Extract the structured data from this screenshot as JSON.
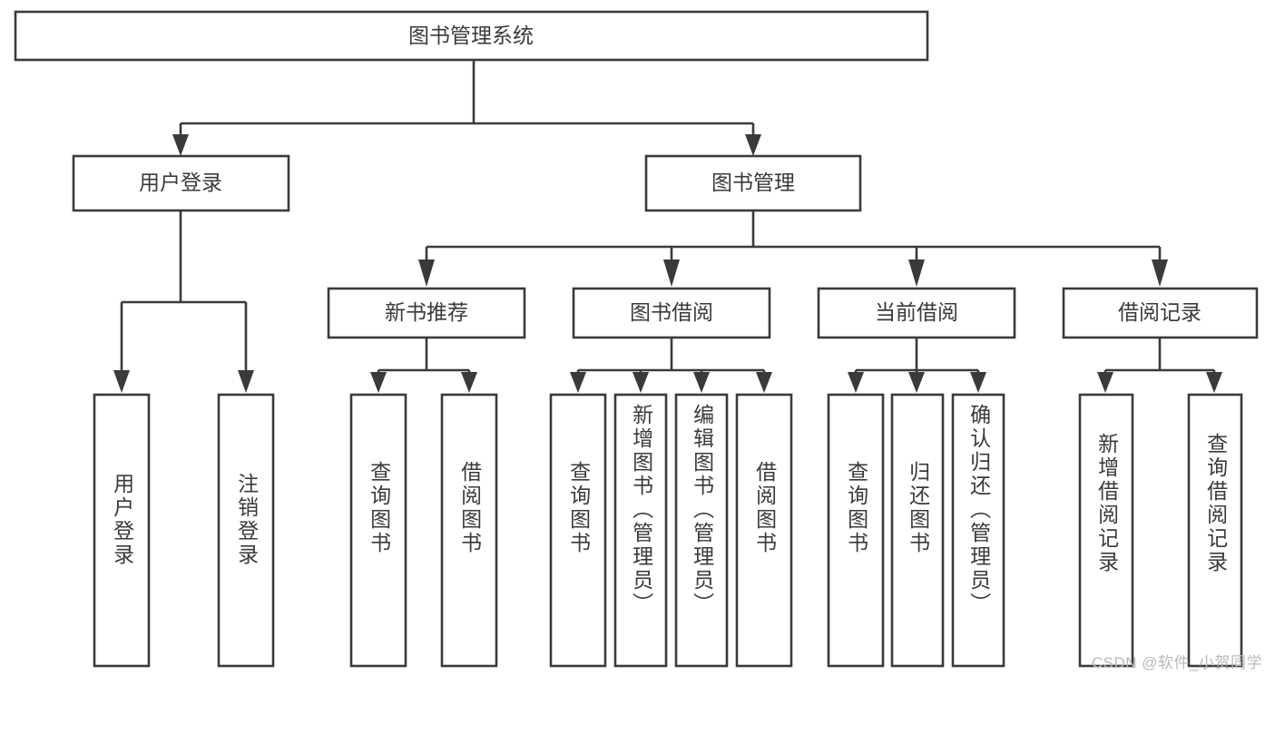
{
  "diagram": {
    "type": "tree-hierarchy",
    "title": "图书管理系统",
    "watermark": "CSDN @软件_小贺同学",
    "colors": {
      "stroke": "#3a3a3a",
      "text": "#3a3a3a",
      "background": "#ffffff",
      "watermark": "#b9b9b9"
    },
    "root": {
      "label": "图书管理系统",
      "orientation": "horizontal"
    },
    "level2": [
      {
        "label": "用户登录",
        "orientation": "horizontal"
      },
      {
        "label": "图书管理",
        "orientation": "horizontal"
      }
    ],
    "level3": [
      {
        "label": "新书推荐",
        "orientation": "horizontal",
        "parent": "图书管理"
      },
      {
        "label": "图书借阅",
        "orientation": "horizontal",
        "parent": "图书管理"
      },
      {
        "label": "当前借阅",
        "orientation": "horizontal",
        "parent": "图书管理"
      },
      {
        "label": "借阅记录",
        "orientation": "horizontal",
        "parent": "图书管理"
      }
    ],
    "leaves": [
      {
        "label": "用户登录",
        "orientation": "vertical",
        "parent": "用户登录"
      },
      {
        "label": "注销登录",
        "orientation": "vertical",
        "parent": "用户登录"
      },
      {
        "label": "查询图书",
        "orientation": "vertical",
        "parent": "新书推荐"
      },
      {
        "label": "借阅图书",
        "orientation": "vertical",
        "parent": "新书推荐"
      },
      {
        "label": "查询图书",
        "orientation": "vertical",
        "parent": "图书借阅"
      },
      {
        "label": "新增图书（管理员）",
        "orientation": "vertical",
        "parent": "图书借阅"
      },
      {
        "label": "编辑图书（管理员）",
        "orientation": "vertical",
        "parent": "图书借阅"
      },
      {
        "label": "借阅图书",
        "orientation": "vertical",
        "parent": "图书借阅"
      },
      {
        "label": "查询图书",
        "orientation": "vertical",
        "parent": "当前借阅"
      },
      {
        "label": "归还图书",
        "orientation": "vertical",
        "parent": "当前借阅"
      },
      {
        "label": "确认归还（管理员）",
        "orientation": "vertical",
        "parent": "当前借阅"
      },
      {
        "label": "新增借阅记录",
        "orientation": "vertical",
        "parent": "借阅记录"
      },
      {
        "label": "查询借阅记录",
        "orientation": "vertical",
        "parent": "借阅记录"
      }
    ]
  }
}
